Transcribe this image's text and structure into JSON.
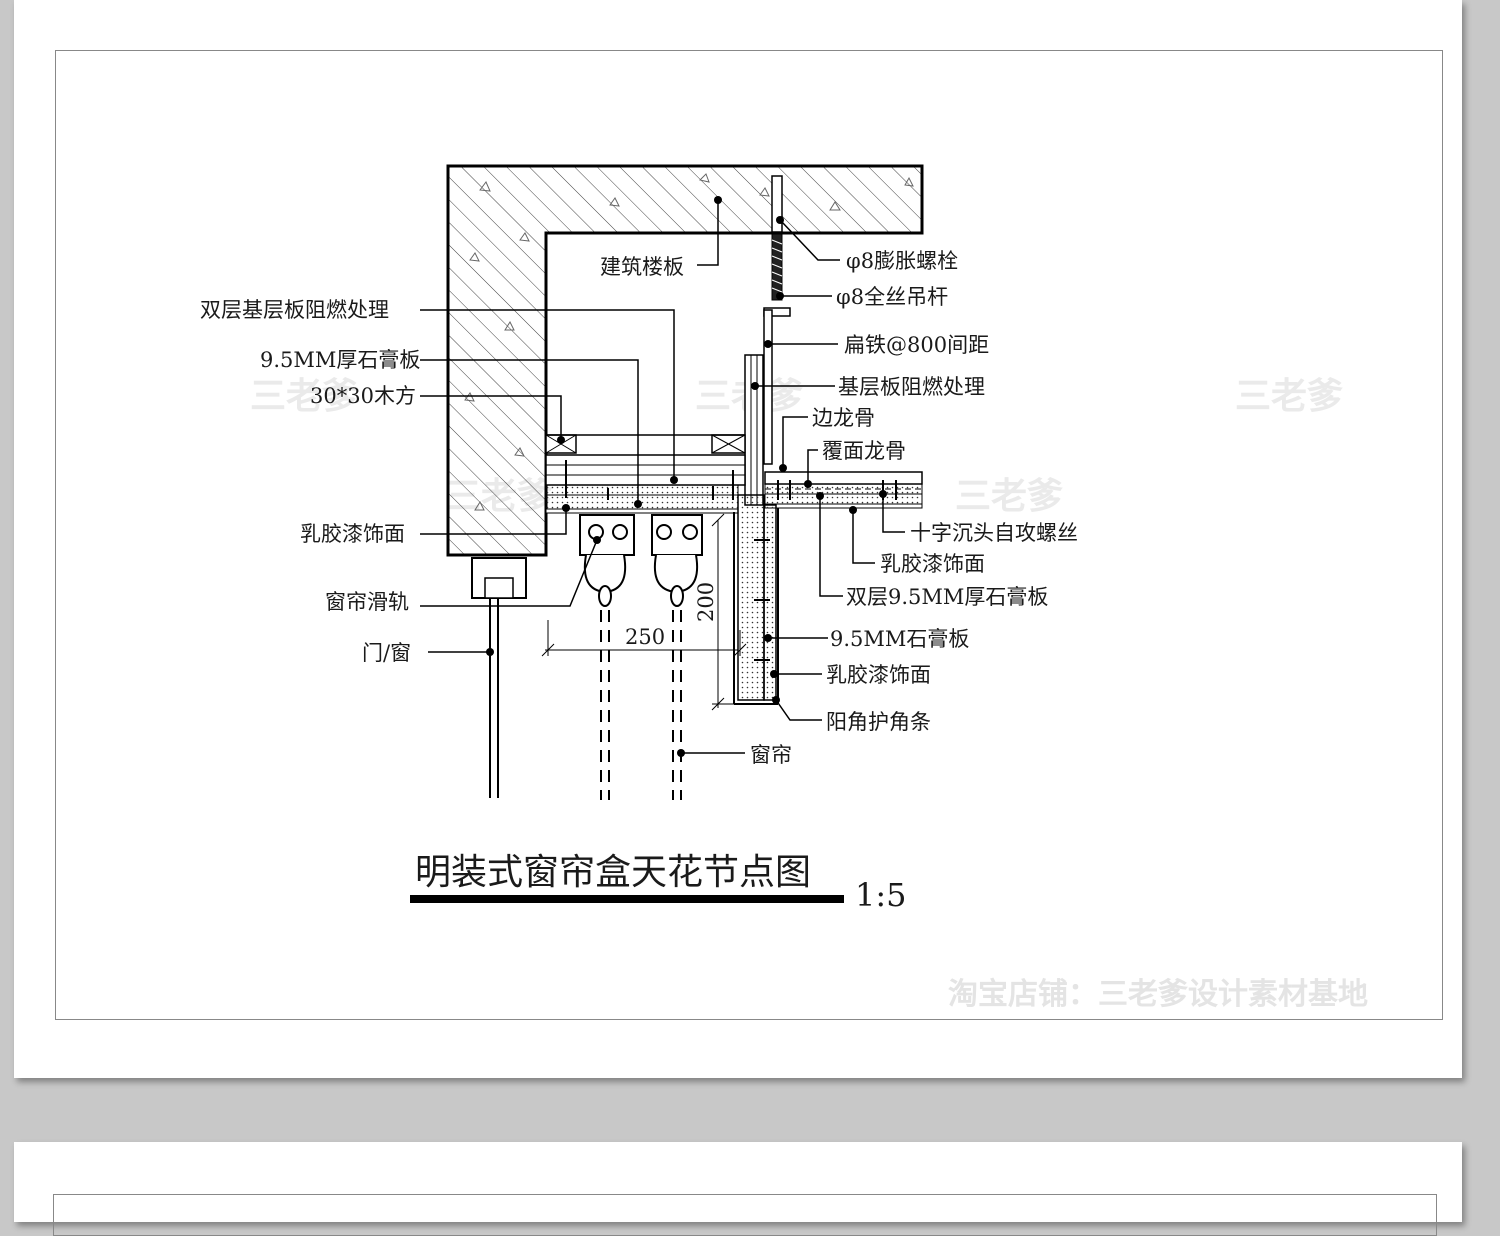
{
  "drawing": {
    "title": "明装式窗帘盒天花节点图",
    "scale": "1:5",
    "labels": {
      "slab": "建筑楼板",
      "expansion_bolt": "φ8膨胀螺栓",
      "threaded_rod": "φ8全丝吊杆",
      "flat_iron": "扁铁@800间距",
      "base_board_right": "基层板阻燃处理",
      "edge_keel": "边龙骨",
      "cover_keel": "覆面龙骨",
      "double_base_board": "双层基层板阻燃处理",
      "gypsum_left": "9.5MM厚石膏板",
      "wood_batten": "30*30木方",
      "latex_left": "乳胶漆饰面",
      "curtain_track": "窗帘滑轨",
      "door_window": "门/窗",
      "screw": "十字沉头自攻螺丝",
      "latex_mid": "乳胶漆饰面",
      "double_gypsum": "双层9.5MM厚石膏板",
      "gypsum_right": "9.5MM石膏板",
      "latex_right": "乳胶漆饰面",
      "corner_bead": "阳角护角条",
      "curtain": "窗帘"
    },
    "dimensions": {
      "width": "250",
      "height": "200"
    }
  },
  "watermarks": {
    "brand": "三老爹",
    "shop": "淘宝店铺：三老爹设计素材基地"
  }
}
